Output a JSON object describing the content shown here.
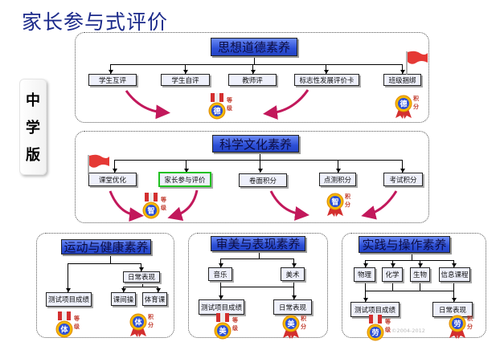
{
  "title": "家长参与式评价",
  "edition": [
    "中",
    "学",
    "版"
  ],
  "panels": {
    "moral": {
      "header": "思想道德素养",
      "items": [
        "学生互评",
        "学生自评",
        "教师评",
        "标志性发展评价卡",
        "班级捆绑"
      ],
      "medal_char": "德"
    },
    "science": {
      "header": "科学文化素养",
      "items": [
        "课堂优化",
        "家长参与评价",
        "卷面积分",
        "点测积分",
        "考试积分"
      ],
      "highlighted": "家长参与评价",
      "medal_char": "智"
    },
    "sports": {
      "header": "运动与健康素养",
      "items": {
        "daily": "日常表现",
        "test": "测试项目成绩",
        "exercise": "课间操",
        "pe": "体育课"
      },
      "medal_char": "体"
    },
    "arts": {
      "header": "审美与表现素养",
      "items": {
        "music": "音乐",
        "art": "美术",
        "test": "测试项目成绩",
        "daily": "日常表现"
      },
      "medal_char": "美"
    },
    "practice": {
      "header": "实践与操作素养",
      "items": {
        "physics": "物理",
        "chemistry": "化学",
        "biology": "生物",
        "it": "信息课程",
        "test": "测试项目成绩",
        "daily": "日常表现"
      },
      "medal_char": "劳"
    }
  },
  "medal_labels": {
    "grade": "等级",
    "points": "积分"
  },
  "watermark": "©2004-2012",
  "colors": {
    "header_blue": "#2c4fd6",
    "arrow": "#c2185b",
    "highlight": "#20c020",
    "title": "#1b2a8a"
  }
}
